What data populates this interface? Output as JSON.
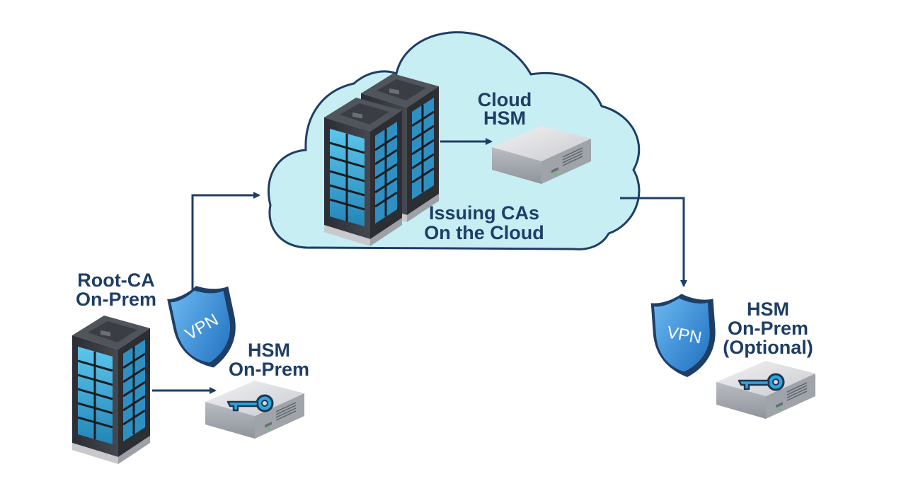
{
  "labels": {
    "cloud_hsm_line1": "Cloud",
    "cloud_hsm_line2": "HSM",
    "issuing_line1": "Issuing CAs",
    "issuing_line2": "On the Cloud",
    "root_line1": "Root-CA",
    "root_line2": "On-Prem",
    "hsm_left_line1": "HSM",
    "hsm_left_line2": "On-Prem",
    "hsm_right_line1": "HSM",
    "hsm_right_line2": "On-Prem",
    "hsm_right_line3": "(Optional)",
    "vpn_left": "VPN",
    "vpn_right": "VPN"
  },
  "colors": {
    "cloud_fill": "#c7eef3",
    "cloud_stroke": "#1f3e66",
    "arrow": "#1f3e66",
    "label": "#1f3e66",
    "shield": "#2f7fd0",
    "server_glass": "#39a9d6"
  },
  "icons": [
    "cloud-icon",
    "server-rack-icon",
    "hsm-appliance-icon",
    "key-icon",
    "vpn-shield-icon",
    "arrow-icon"
  ]
}
